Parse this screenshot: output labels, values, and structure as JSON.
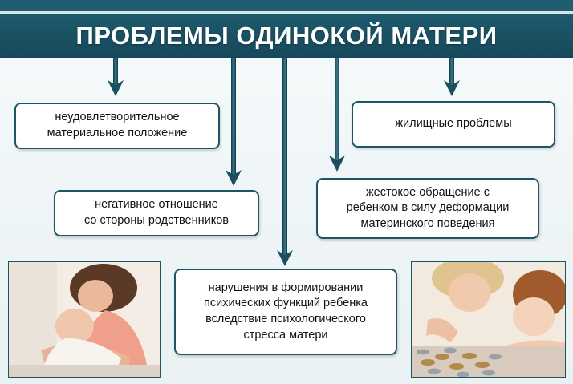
{
  "title": "ПРОБЛЕМЫ ОДИНОКОЙ МАТЕРИ",
  "boxes": {
    "material": "неудовлетворительное\nматериальное положение",
    "relatives": "негативное отношение\nсо стороны родственников",
    "psych": "нарушения в формировании\nпсихических функций ребенка\nвследствие психологического\nстресса матери",
    "cruelty": "жестокое обращение с\nребенком в силу деформации\nматеринского  поведения",
    "housing": "жилищные проблемы"
  },
  "colors": {
    "header": "#1d5a6c",
    "border": "#1e5668",
    "arrow": "#1e5668"
  },
  "images": {
    "left": "mother-kissing-baby-photo",
    "right": "mother-and-child-counting-coins-photo"
  }
}
